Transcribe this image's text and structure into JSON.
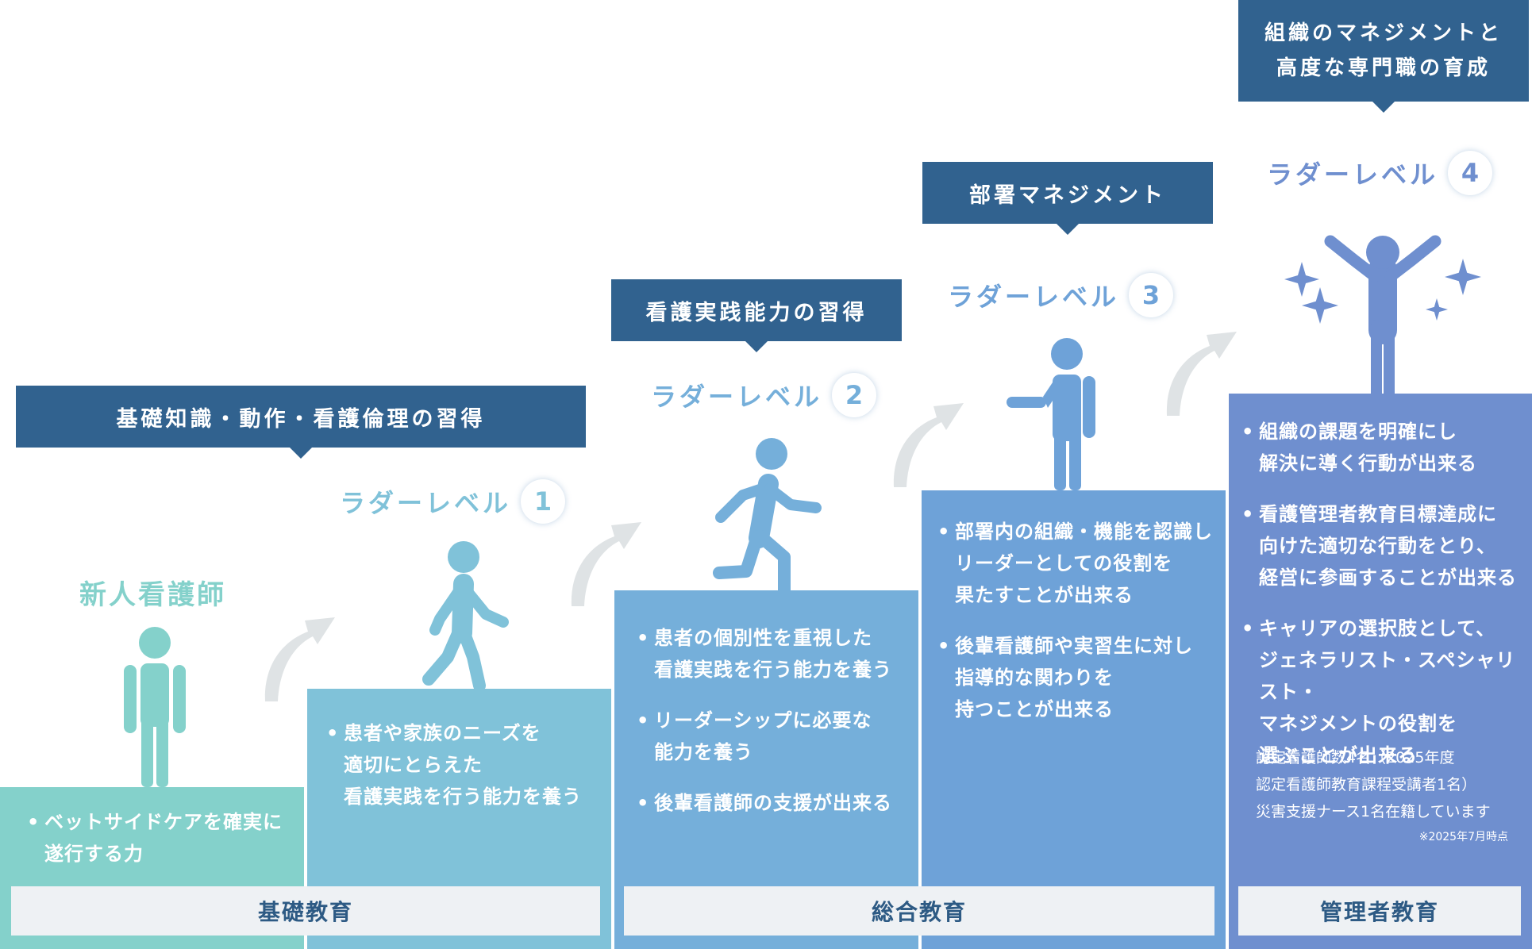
{
  "newcomer_label": "新人看護師",
  "ladder_label": "ラダーレベル",
  "levels": [
    {
      "num": "1"
    },
    {
      "num": "2"
    },
    {
      "num": "3"
    },
    {
      "num": "4"
    }
  ],
  "callouts": [
    "基礎知識・動作・看護倫理の習得",
    "看護実践能力の習得",
    "部署マネジメント",
    "組織のマネジメントと\n高度な専門職の育成"
  ],
  "columns": [
    {
      "bullets": [
        "ベットサイドケアを確実に\n遂行する力"
      ]
    },
    {
      "bullets": [
        "患者や家族のニーズを\n適切にとらえた\n看護実践を行う能力を養う"
      ]
    },
    {
      "bullets": [
        "患者の個別性を重視した\n看護実践を行う能力を養う",
        "リーダーシップに必要な\n能力を養う",
        "後輩看護師の支援が出来る"
      ]
    },
    {
      "bullets": [
        "部署内の組織・機能を認識し\nリーダーとしての役割を\n果たすことが出来る",
        "後輩看護師や実習生に対し\n指導的な関わりを\n持つことが出来る"
      ]
    },
    {
      "bullets": [
        "組織の課題を明確にし\n解決に導く行動が出来る",
        "看護管理者教育目標達成に\n向けた適切な行動をとり、\n経営に参画することが出来る",
        "キャリアの選択肢として、\nジェネラリスト・スペシャリスト・\nマネジメントの役割を\n選ぶことが出来る"
      ]
    }
  ],
  "notes": "認定看護師数4名（2025年度\n認定看護師教育課程受講者1名）\n災害支援ナース1名在籍しています",
  "as_of": "※2025年7月時点",
  "education": [
    "基礎教育",
    "総合教育",
    "管理者教育"
  ],
  "colors": {
    "col0": "#84d1cb",
    "col1": "#80c2d9",
    "col2": "#75afda",
    "col3": "#6ea2d8",
    "col4": "#6f8fcf",
    "callout": "#31628f",
    "edu_text": "#2d5a84",
    "arrow": "#dfe3e5"
  },
  "icons": [
    "standing-person-icon",
    "walking-person-icon",
    "running-person-icon",
    "pointing-person-icon",
    "cheering-person-icon",
    "sparkle-icon",
    "up-arrow-icon"
  ]
}
